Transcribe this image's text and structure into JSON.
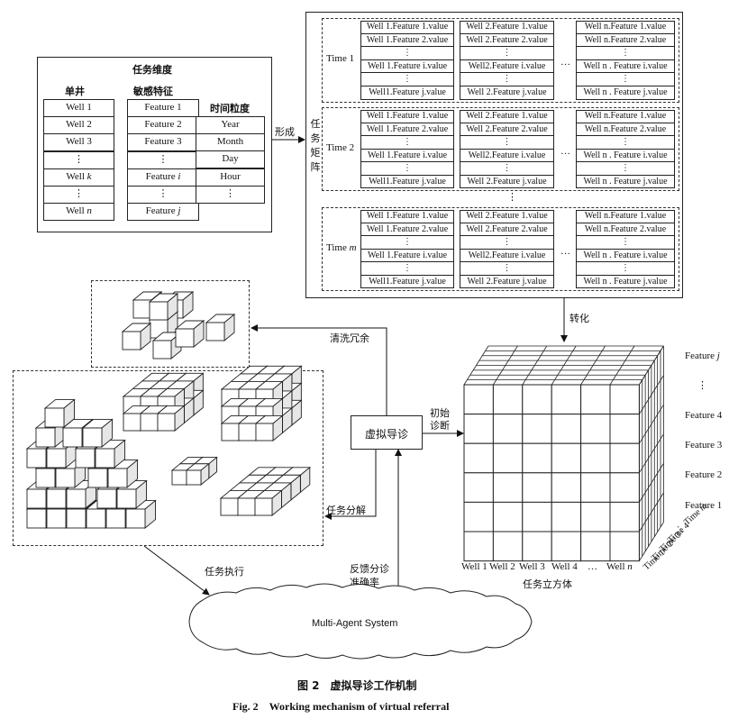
{
  "task_dimension": {
    "title": "任务维度",
    "columns": [
      {
        "header": "单井",
        "items": [
          "Well 1",
          "Well 2",
          "Well 3",
          "⋮",
          "Well k",
          "⋮",
          "Well n"
        ]
      },
      {
        "header": "敏感特征",
        "items": [
          "Feature 1",
          "Feature 2",
          "Feature 3",
          "⋮",
          "Feature i",
          "⋮",
          "Feature j"
        ]
      },
      {
        "header": "时间粒度",
        "items": [
          "Year",
          "Month",
          "Day",
          "Hour",
          "⋮"
        ]
      }
    ]
  },
  "arrows": {
    "form": "形成",
    "transform": "转化",
    "clean": "清洗冗余",
    "initial_diagnosis": "初始诊断",
    "decompose": "任务分解",
    "execute": "任务执行",
    "feedback": "反馈分诊准确率"
  },
  "task_matrix": {
    "label": "任务矩阵",
    "times": [
      "Time 1",
      "Time 2",
      "Time m"
    ],
    "col_dots": "…",
    "row_dots": "⋮",
    "wells": [
      [
        "Well 1.Feature 1.value",
        "Well 1.Feature 2.value",
        "Well 1.Feature i.value",
        "Well1.Feature j.value"
      ],
      [
        "Well 2.Feature 1.value",
        "Well 2.Feature 2.value",
        "Well2.Feature i.value",
        "Well 2.Feature j.value"
      ],
      [
        "Well n.Feature 1.value",
        "Well n.Feature 2.value",
        "Well n . Feature i.value",
        "Well n . Feature j.value"
      ]
    ]
  },
  "virtual_referral": "虚拟导诊",
  "task_cube": {
    "label": "任务立方体",
    "wells": [
      "Well 1",
      "Well 2",
      "Well 3",
      "Well 4",
      "…",
      "Well n"
    ],
    "features": [
      "Feature j",
      "⋮",
      "Feature 4",
      "Feature 3",
      "Feature 2",
      "Feature 1"
    ],
    "times": [
      "Time 1",
      "Time 2",
      "Time 3",
      "Time 4",
      "⋮",
      "Time m"
    ]
  },
  "mas": "Multi-Agent System",
  "caption": {
    "cn": "图 2　虚拟导诊工作机制",
    "en": "Fig. 2　Working mechanism of virtual referral"
  }
}
